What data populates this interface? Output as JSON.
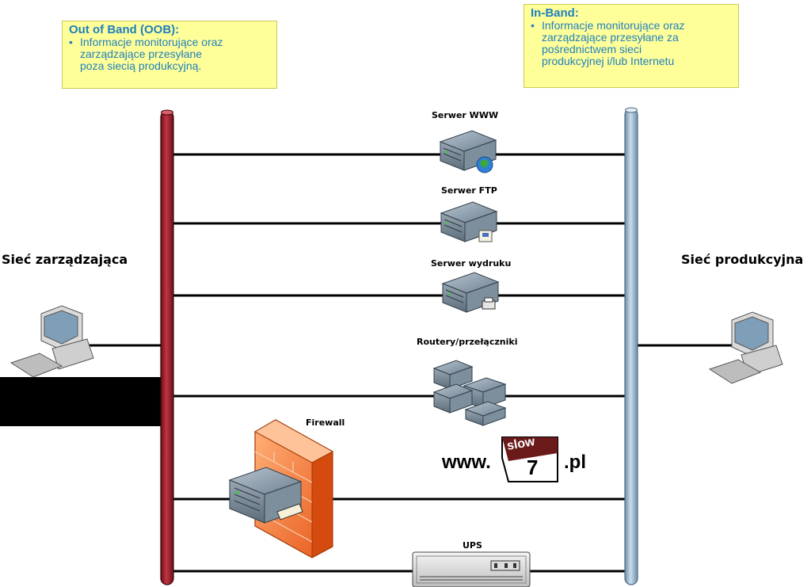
{
  "oob_box": {
    "title": "Out of Band (OOB):",
    "bullet": "•",
    "text": "Informacje monitorujące oraz\nzarządzające  przesyłane\npoza siecią produkcyjną."
  },
  "inband_box": {
    "title": "In-Band:",
    "bullet": "•",
    "text": "Informacje monitorujące oraz\nzarządzające  przesyłane za\npośrednictwem sieci\nprodukcyjnej i/lub Internetu"
  },
  "networks": {
    "management": "Sieć zarządzająca",
    "production": "Sieć produkcyjna"
  },
  "devices": {
    "www": "Serwer WWW",
    "ftp": "Serwer FTP",
    "print": "Serwer wydruku",
    "routers": "Routery/przełączniki",
    "firewall": "Firewall",
    "ups": "UPS"
  },
  "logo": {
    "prefix": "www.",
    "top": "slow",
    "number": "7",
    "suffix": ".pl"
  },
  "colors": {
    "oob_bus": "#9b2330",
    "inband_bus": "#a9c4dd",
    "note_bg": "#ffff99",
    "note_text": "#1f7fbf"
  }
}
